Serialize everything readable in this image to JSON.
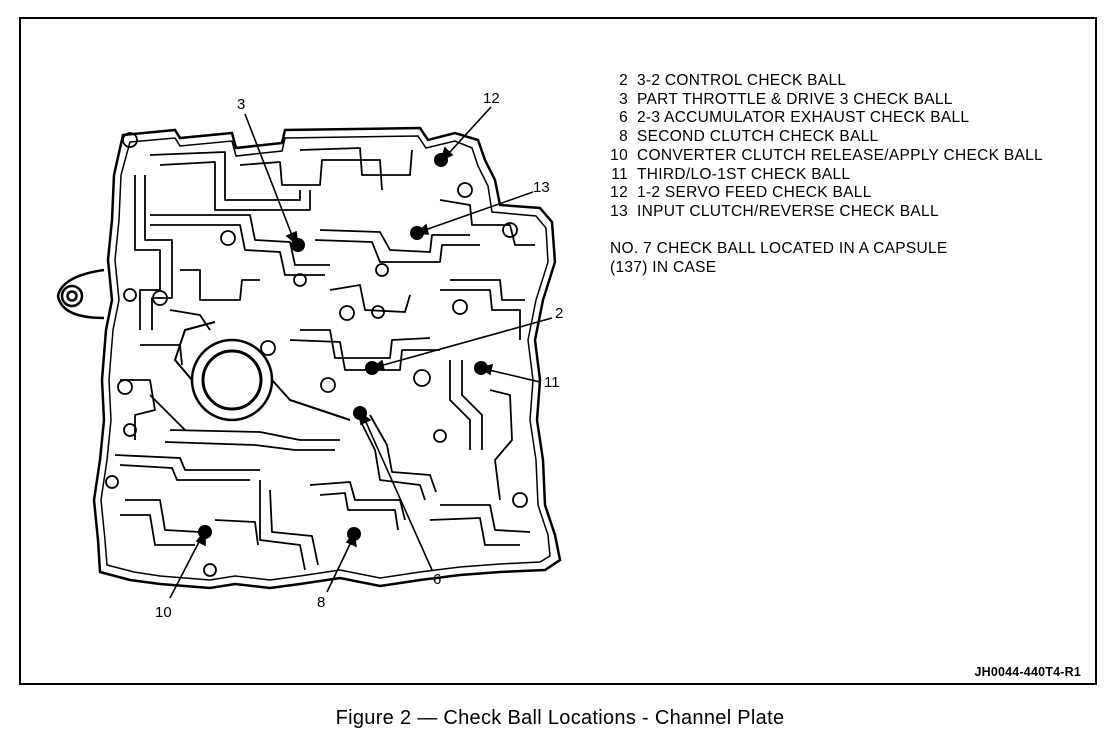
{
  "legend": [
    {
      "num": "2",
      "text": "3-2 CONTROL CHECK BALL"
    },
    {
      "num": "3",
      "text": "PART THROTTLE & DRIVE 3 CHECK BALL"
    },
    {
      "num": "6",
      "text": "2-3 ACCUMULATOR EXHAUST CHECK BALL"
    },
    {
      "num": "8",
      "text": "SECOND CLUTCH CHECK BALL"
    },
    {
      "num": "10",
      "text": "CONVERTER CLUTCH RELEASE/APPLY CHECK BALL"
    },
    {
      "num": "11",
      "text": "THIRD/LO-1ST CHECK BALL"
    },
    {
      "num": "12",
      "text": "1-2 SERVO FEED CHECK BALL"
    },
    {
      "num": "13",
      "text": "INPUT CLUTCH/REVERSE CHECK BALL"
    }
  ],
  "note": [
    "NO. 7 CHECK BALL LOCATED IN A CAPSULE",
    "(137) IN CASE"
  ],
  "callouts": [
    "3",
    "12",
    "13",
    "2",
    "11",
    "6",
    "8",
    "10"
  ],
  "reference_code": "JH0044-440T4-R1",
  "caption": "Figure 2 — Check Ball Locations - Channel Plate"
}
